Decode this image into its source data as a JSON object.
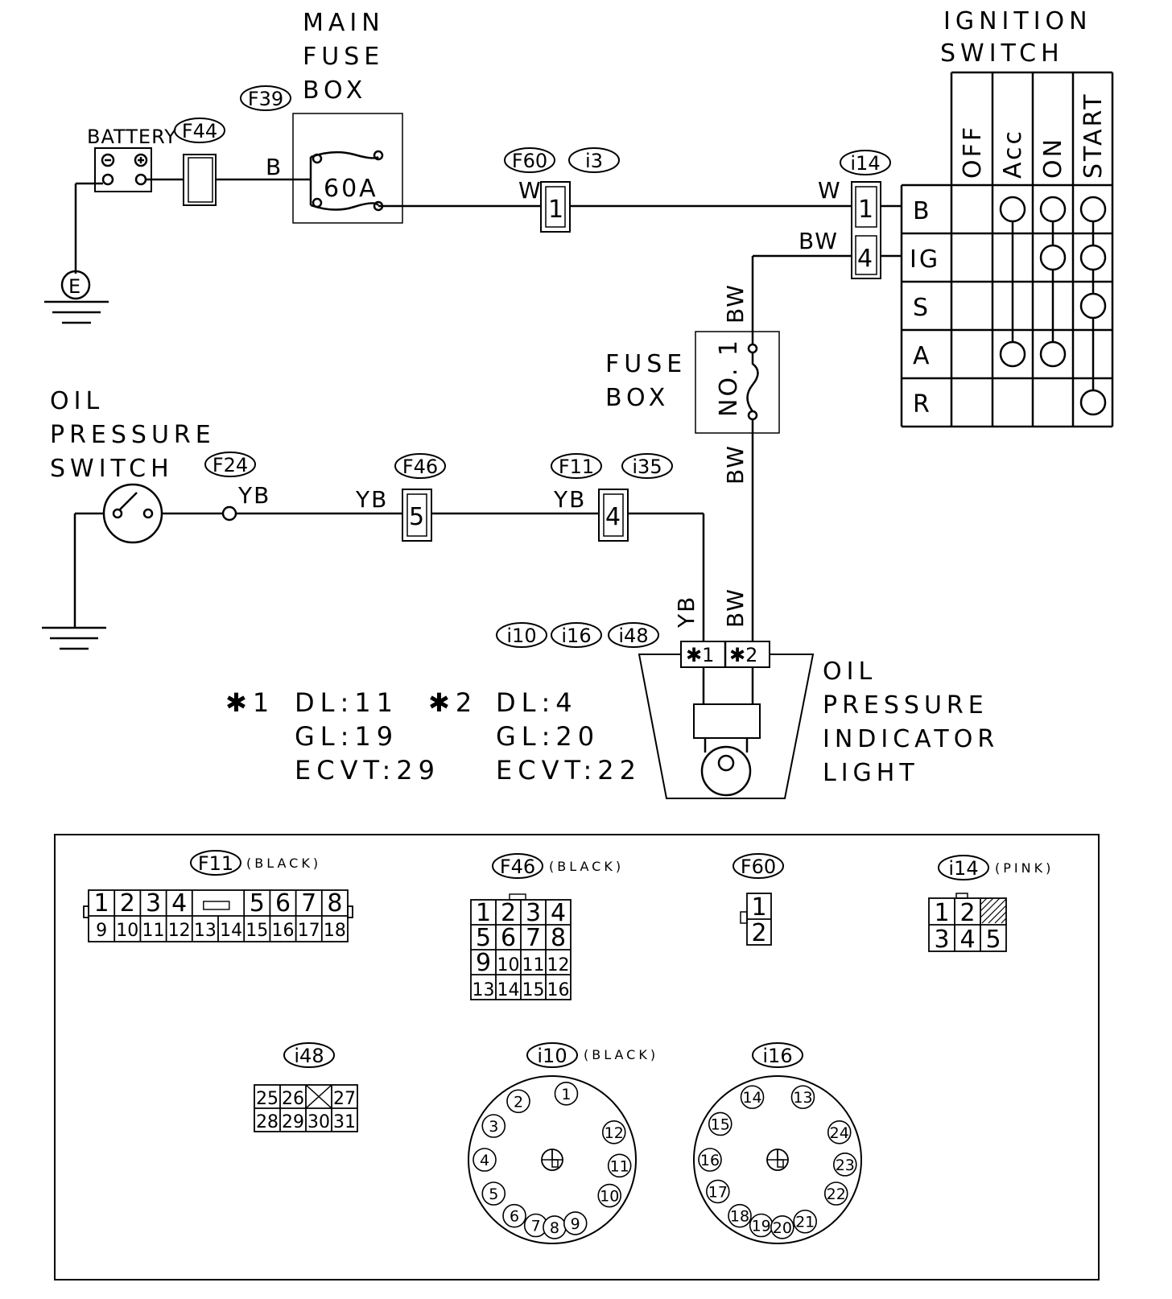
{
  "labels": {
    "main_fuse_box": [
      "MAIN",
      "FUSE",
      "BOX"
    ],
    "ignition_switch": [
      "IGNITION",
      "SWITCH"
    ],
    "battery": "BATTERY",
    "fuse_60a": "60A",
    "fuse_box": [
      "FUSE",
      "BOX"
    ],
    "fuse_no1": "NO. 1",
    "oil_pressure_switch": [
      "OIL",
      "PRESSURE",
      "SWITCH"
    ],
    "oil_pressure_indicator_light": [
      "OIL",
      "PRESSURE",
      "INDICATOR",
      "LIGHT"
    ],
    "ground_e": "E"
  },
  "connector_tags": {
    "f39": "F39",
    "f44": "F44",
    "f60": "F60",
    "i3": "i3",
    "i14": "i14",
    "f24": "F24",
    "f46": "F46",
    "f11": "F11",
    "i35": "i35",
    "i10": "i10",
    "i16": "i16",
    "i48": "i48"
  },
  "wires": {
    "b": "B",
    "w1": "W",
    "w2": "W",
    "bw1": "BW",
    "bw2": "BW",
    "bw3": "BW",
    "bw4": "BW",
    "yb1": "YB",
    "yb2": "YB",
    "yb3": "YB",
    "yb4": "YB"
  },
  "pins": {
    "f60_pin": "1",
    "i14_pin_b": "1",
    "i14_pin_ig": "4",
    "f46_pin": "5",
    "f11_pin": "4",
    "light_pin1": "✱1",
    "light_pin2": "✱2"
  },
  "ignition_table": {
    "positions": [
      "OFF",
      "Acc",
      "ON",
      "START"
    ],
    "terminals": [
      "B",
      "IG",
      "S",
      "A",
      "R"
    ]
  },
  "notes": {
    "n1_mark": "✱1",
    "n1_lines": [
      "DL:11",
      "GL:19",
      "ECVT:29"
    ],
    "n2_mark": "✱2",
    "n2_lines": [
      "DL:4",
      "GL:20",
      "ECVT:22"
    ]
  },
  "connector_views": {
    "f11": {
      "tag": "F11",
      "color": "(BLACK)",
      "row1a": [
        "1",
        "2",
        "3",
        "4"
      ],
      "row1b": [
        "5",
        "6",
        "7",
        "8"
      ],
      "row2": [
        "9",
        "10",
        "11",
        "12",
        "13",
        "14",
        "15",
        "16",
        "17",
        "18"
      ]
    },
    "f46": {
      "tag": "F46",
      "color": "(BLACK)",
      "rows": [
        [
          "1",
          "2",
          "3",
          "4"
        ],
        [
          "5",
          "6",
          "7",
          "8"
        ],
        [
          "9",
          "10",
          "11",
          "12"
        ],
        [
          "13",
          "14",
          "15",
          "16"
        ]
      ]
    },
    "f60": {
      "tag": "F60",
      "pins": [
        "1",
        "2"
      ]
    },
    "i14": {
      "tag": "i14",
      "color": "(PINK)",
      "row1": [
        "1",
        "2"
      ],
      "row2": [
        "3",
        "4",
        "5"
      ]
    },
    "i48": {
      "tag": "i48",
      "row1": [
        "25",
        "26",
        "27"
      ],
      "row2": [
        "28",
        "29",
        "30",
        "31"
      ]
    },
    "i10": {
      "tag": "i10",
      "color": "(BLACK)",
      "pins": [
        "1",
        "2",
        "3",
        "4",
        "5",
        "6",
        "7",
        "8",
        "9",
        "10",
        "11",
        "12"
      ]
    },
    "i16": {
      "tag": "i16",
      "pins": [
        "13",
        "14",
        "15",
        "16",
        "17",
        "18",
        "19",
        "20",
        "21",
        "22",
        "23",
        "24"
      ]
    }
  }
}
